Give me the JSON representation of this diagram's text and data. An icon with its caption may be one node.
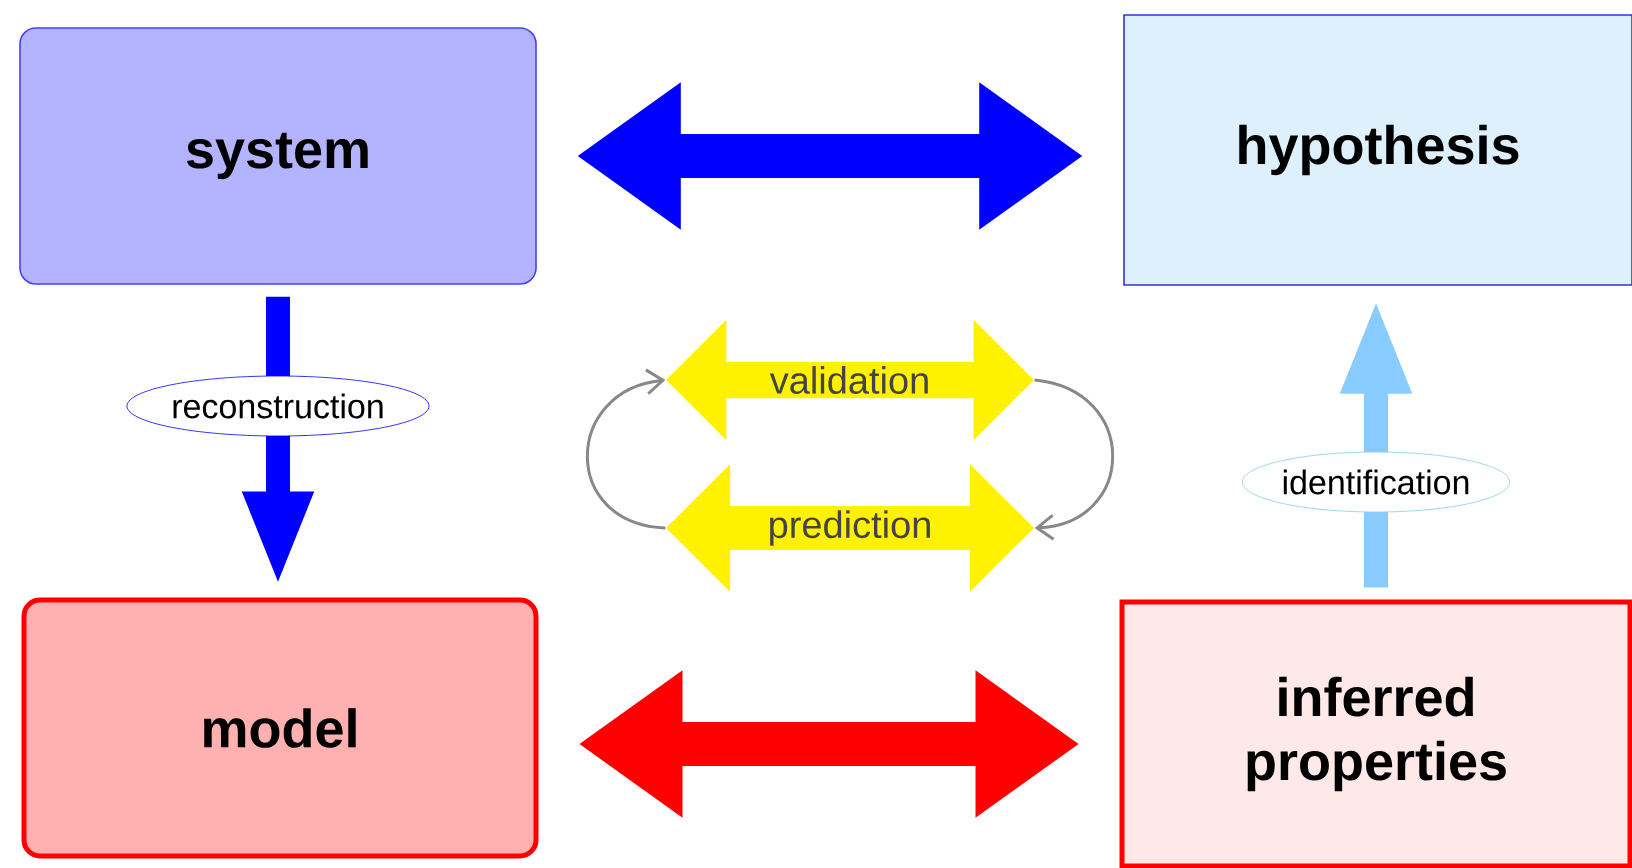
{
  "diagram": {
    "nodes": [
      {
        "text": [
          "system"
        ]
      },
      {
        "text": [
          "hypothesis"
        ]
      },
      {
        "text": [
          "model"
        ]
      },
      {
        "text": [
          "inferred properties"
        ]
      },
      {
        "text": [
          "validation"
        ]
      },
      {
        "text": [
          "prediction"
        ]
      }
    ],
    "edges": [
      {
        "from": 0,
        "to": 1,
        "arrow": "both",
        "style": "thick",
        "color": "#0000ff"
      },
      {
        "from": 0,
        "to": 2,
        "arrow": "to",
        "color": "#0000ff",
        "label": "reconstruction"
      },
      {
        "from": 2,
        "to": 3,
        "arrow": "both",
        "style": "thick",
        "color": "#ff0000"
      },
      {
        "from": 3,
        "to": 1,
        "arrow": "to",
        "color": "#88ccff",
        "label": "identification"
      },
      {
        "from": 5,
        "to": 4,
        "arrow": "to",
        "color": "#888888"
      },
      {
        "from": 4,
        "to": 5,
        "arrow": "to",
        "color": "#888888"
      }
    ]
  }
}
